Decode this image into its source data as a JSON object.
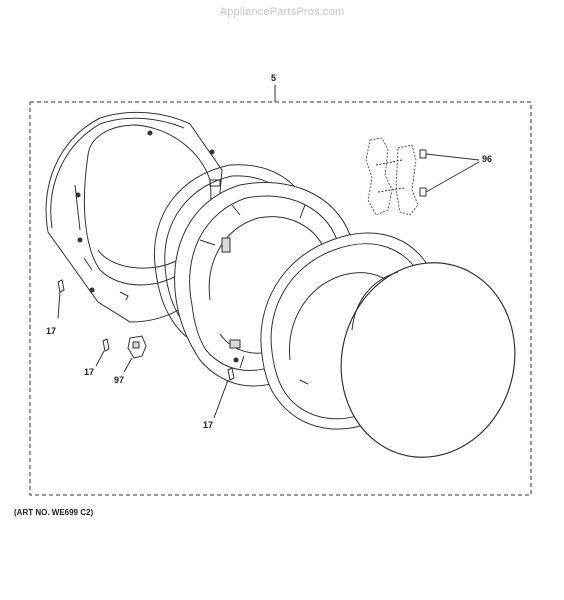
{
  "watermark": "AppliancePartsPros.com",
  "art_number": "(ART NO. WE699 C2)",
  "callouts": {
    "assembly": "5",
    "hinge_pins": "96",
    "screw_a": "17",
    "screw_b": "17",
    "screw_c": "17",
    "bracket": "97"
  },
  "colors": {
    "line": "#333333",
    "fill": "#ffffff",
    "shade": "#d9d9d9"
  }
}
